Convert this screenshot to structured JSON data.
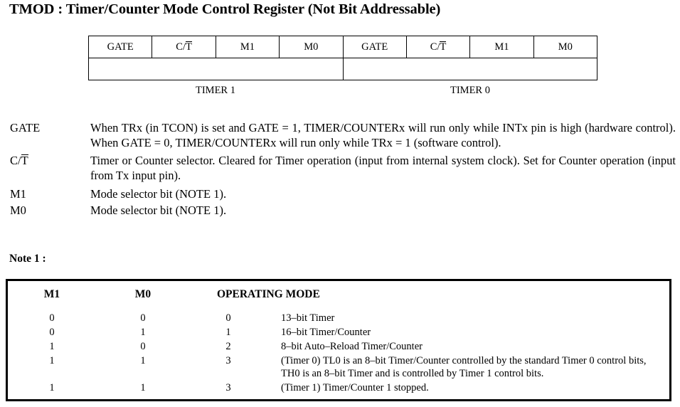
{
  "page_title": "TMOD : Timer/Counter Mode Control Register (Not Bit Addressable)",
  "register_table": {
    "bits": [
      {
        "label": "GATE",
        "overline": ""
      },
      {
        "label": "C/",
        "overline": "T"
      },
      {
        "label": "M1",
        "overline": ""
      },
      {
        "label": "M0",
        "overline": ""
      },
      {
        "label": "GATE",
        "overline": ""
      },
      {
        "label": "C/",
        "overline": "T"
      },
      {
        "label": "M1",
        "overline": ""
      },
      {
        "label": "M0",
        "overline": ""
      }
    ],
    "field_cells": [
      "",
      ""
    ],
    "captions": {
      "timer1": "TIMER 1",
      "timer0": "TIMER 0"
    }
  },
  "descriptions": [
    {
      "label": "GATE",
      "overline": "",
      "text": "When TRx (in TCON) is set and GATE = 1, TIMER/COUNTERx will run only while INTx pin is high (hardware control). When GATE = 0, TIMER/COUNTERx will run only while TRx = 1 (software control)."
    },
    {
      "label": "C/",
      "overline": "T",
      "text": "Timer or Counter selector. Cleared for Timer operation (input from internal system clock). Set for Counter operation (input from Tx input pin)."
    },
    {
      "label": "M1",
      "overline": "",
      "text": "Mode selector bit (NOTE 1)."
    },
    {
      "label": "M0",
      "overline": "",
      "text": "Mode selector bit (NOTE 1)."
    }
  ],
  "note_heading": "Note 1 :",
  "mode_table": {
    "headers": {
      "m1": "M1",
      "m0": "M0",
      "operating_mode": "OPERATING MODE"
    },
    "rows": [
      {
        "m1": "0",
        "m0": "0",
        "mode": "0",
        "desc": "13–bit Timer"
      },
      {
        "m1": "0",
        "m0": "1",
        "mode": "1",
        "desc": "16–bit Timer/Counter"
      },
      {
        "m1": "1",
        "m0": "0",
        "mode": "2",
        "desc": "8–bit Auto–Reload Timer/Counter"
      },
      {
        "m1": "1",
        "m0": "1",
        "mode": "3",
        "desc": "(Timer 0) TL0 is an 8–bit Timer/Counter controlled by the standard Timer 0 control bits, TH0 is an 8–bit Timer and is controlled by Timer 1 control bits."
      },
      {
        "m1": "1",
        "m0": "1",
        "mode": "3",
        "desc": "(Timer 1) Timer/Counter 1 stopped."
      }
    ]
  }
}
